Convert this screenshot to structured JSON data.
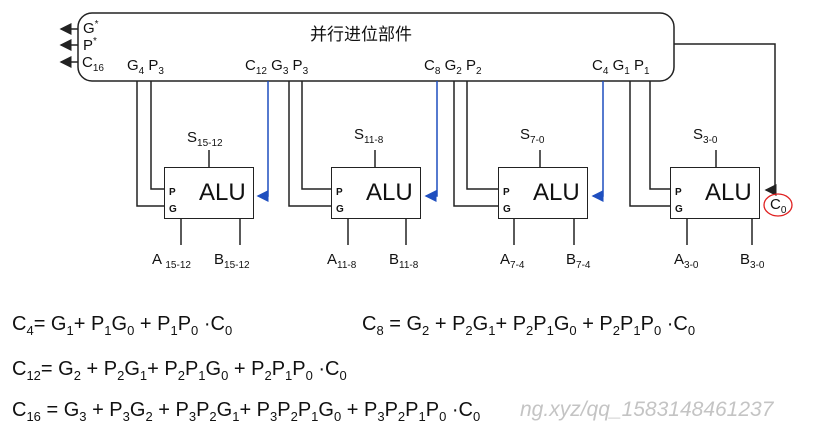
{
  "unit_title": "并行进位部件",
  "unit_outputs": [
    {
      "base": "G",
      "sup": "*"
    },
    {
      "base": "P",
      "sup": "*"
    },
    {
      "base": "C",
      "sub": "16"
    }
  ],
  "top_ports": [
    {
      "c": "",
      "g": "G",
      "gsub": "4",
      "p": "P",
      "psub": "3"
    },
    {
      "c": "C",
      "csub": "12",
      "g": "G",
      "gsub": "3",
      "p": "P",
      "psub": "3"
    },
    {
      "c": "C",
      "csub": "8",
      "g": "G",
      "gsub": "2",
      "p": "P",
      "psub": "2"
    },
    {
      "c": "C",
      "csub": "4",
      "g": "G",
      "gsub": "1",
      "p": "P",
      "psub": "1"
    }
  ],
  "alus": [
    {
      "name": "ALU",
      "p": "P",
      "g": "G",
      "s": "S",
      "ssub": "15-12",
      "a": "A",
      "asub": "15-12",
      "b": "B",
      "bsub": "15-12"
    },
    {
      "name": "ALU",
      "p": "P",
      "g": "G",
      "s": "S",
      "ssub": "11-8",
      "a": "A",
      "asub": "11-8",
      "b": "B",
      "bsub": "11-8"
    },
    {
      "name": "ALU",
      "p": "P",
      "g": "G",
      "s": "S",
      "ssub": "7-0",
      "a": "A",
      "asub": "7-4",
      "b": "B",
      "bsub": "7-4"
    },
    {
      "name": "ALU",
      "p": "P",
      "g": "G",
      "s": "S",
      "ssub": "3-0",
      "a": "A",
      "asub": "3-0",
      "b": "B",
      "bsub": "3-0"
    }
  ],
  "carry_in": {
    "base": "C",
    "sub": "0"
  },
  "equations": [
    "C<sub>4</sub>= G<sub>1</sub>+ P<sub>1</sub>G<sub>0</sub> + P<sub>1</sub>P<sub>0</sub> ·C<sub>0</sub>",
    "C<sub>8</sub> = G<sub>2</sub> + P<sub>2</sub>G<sub>1</sub>+ P<sub>2</sub>P<sub>1</sub>G<sub>0</sub> + P<sub>2</sub>P<sub>1</sub>P<sub>0</sub> ·C<sub>0</sub>",
    "C<sub>12</sub>= G<sub>2</sub> + P<sub>2</sub>G<sub>1</sub>+ P<sub>2</sub>P<sub>1</sub>G<sub>0</sub> + P<sub>2</sub>P<sub>1</sub>P<sub>0</sub> ·C<sub>0</sub>",
    "C<sub>16</sub> = G<sub>3</sub> + P<sub>3</sub>G<sub>2</sub> + P<sub>3</sub>P<sub>2</sub>G<sub>1</sub>+ P<sub>3</sub>P<sub>2</sub>P<sub>1</sub>G<sub>0</sub> + P<sub>3</sub>P<sub>2</sub>P<sub>1</sub>P<sub>0</sub> ·C<sub>0</sub>"
  ],
  "watermark": "ng.xyz/qq_1583148461237",
  "colors": {
    "wire": "#222222",
    "carry_wire": "#1f4fbf",
    "highlight": "#e02020"
  }
}
